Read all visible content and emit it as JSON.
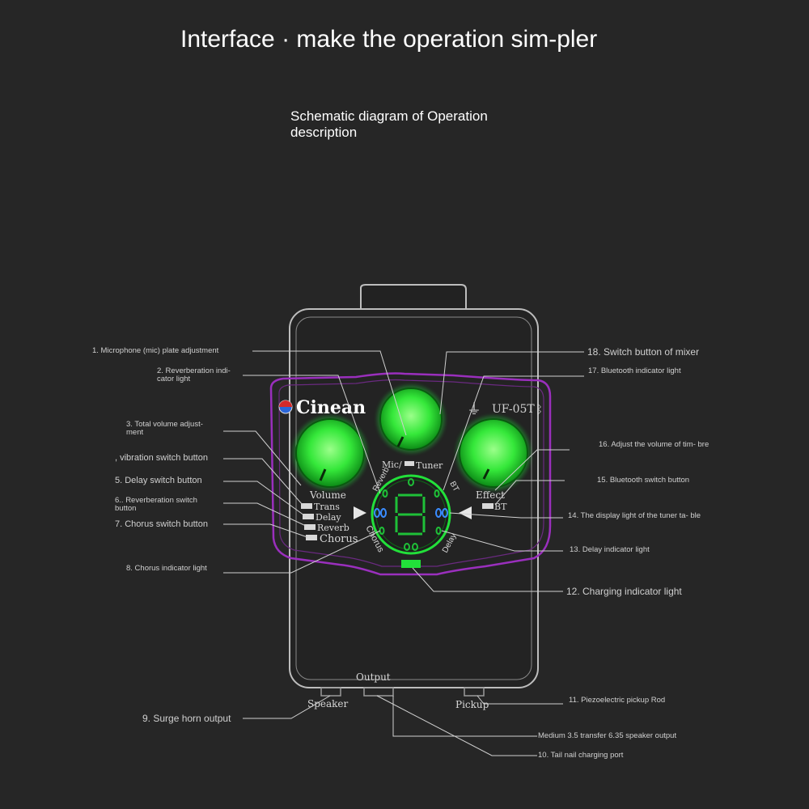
{
  "header": {
    "title": "Interface · make the operation sim-pler",
    "subtitle": "Schematic diagram of Operation description"
  },
  "device": {
    "brand": "Cinean",
    "model": "UF-05T",
    "knobs": {
      "volume": "Volume",
      "mic": "Mic/",
      "tuner": "Tuner",
      "effect": "Effect"
    },
    "switches": [
      "Trans",
      "Delay",
      "Reverb",
      "Chorus"
    ],
    "bt": "BT",
    "ring": {
      "reverb": "Reverb",
      "bt": "BT",
      "chorus": "Chorus",
      "delay": "Delay"
    },
    "ports": {
      "output": "Output",
      "speaker": "Speaker",
      "pickup": "Pickup"
    },
    "glow_color": "#22e03a",
    "outline_color": "#a030c0"
  },
  "callouts": {
    "c1": "1. Microphone (mic) plate adjustment",
    "c2": "2. Reverberation indi- cator light",
    "c3": "3. Total volume adjust- ment",
    "c4": ", vibration switch button",
    "c5": "5. Delay switch button",
    "c6": "6.. Reverberation switch button",
    "c7": "7. Chorus switch button",
    "c8": "8. Chorus indicator light",
    "c9": "9. Surge horn output",
    "c10": "10. Tail nail charging port",
    "c10b": "Medium 3.5 transfer 6.35 speaker output",
    "c11": "11. Piezoelectric pickup Rod",
    "c12": "12. Charging indicator light",
    "c13": "13. Delay indicator light",
    "c14": "14. The display light of the tuner ta- ble",
    "c15": "15. Bluetooth switch button",
    "c16": "16. Adjust the volume of tim- bre",
    "c17": "17. Bluetooth indicator light",
    "c18": "18. Switch button of mixer"
  }
}
